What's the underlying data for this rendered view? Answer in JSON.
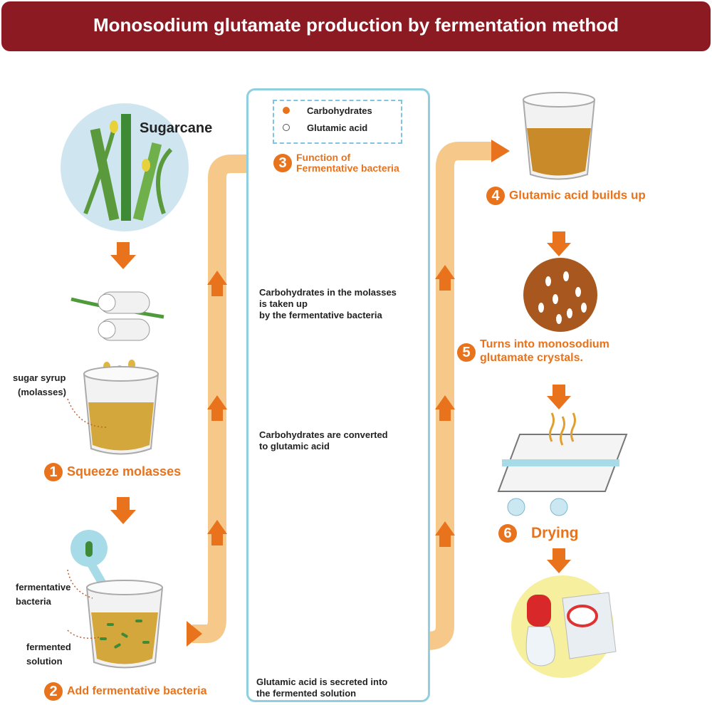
{
  "title": "Monosodium glutamate production by fermentation method",
  "labels": {
    "sugarcane": "Sugarcane",
    "sugar_syrup": "sugar syrup",
    "molasses": "(molasses)",
    "fermentative": "fermentative",
    "bacteria": "bacteria",
    "fermented": "fermented",
    "solution": "solution"
  },
  "legend": {
    "carbohydrates": "Carbohydrates",
    "glutamic_acid": "Glutamic acid"
  },
  "steps": [
    {
      "num": "1",
      "label": "Squeeze molasses"
    },
    {
      "num": "2",
      "label": "Add fermentative bacteria"
    },
    {
      "num": "3",
      "label_line1": "Function of",
      "label_line2": "Fermentative bacteria"
    },
    {
      "num": "4",
      "label": "Glutamic acid builds up"
    },
    {
      "num": "5",
      "label_line1": "Turns into monosodium",
      "label_line2": "glutamate crystals."
    },
    {
      "num": "6",
      "label": "Drying"
    }
  ],
  "center": {
    "caption1_l1": "Carbohydrates in the molasses",
    "caption1_l2": "is taken up",
    "caption1_l3": "by the fermentative bacteria",
    "caption2_l1": "Carbohydrates are converted",
    "caption2_l2": "to glutamic acid",
    "caption3_l1": "Glutamic acid is secreted into",
    "caption3_l2": "the fermented solution"
  },
  "colors": {
    "title_bg": "#8b1a23",
    "orange": "#e8731c",
    "flow": "#f6c98a",
    "bacteria": "#5aa844",
    "panel_border": "#8fcfe0"
  }
}
